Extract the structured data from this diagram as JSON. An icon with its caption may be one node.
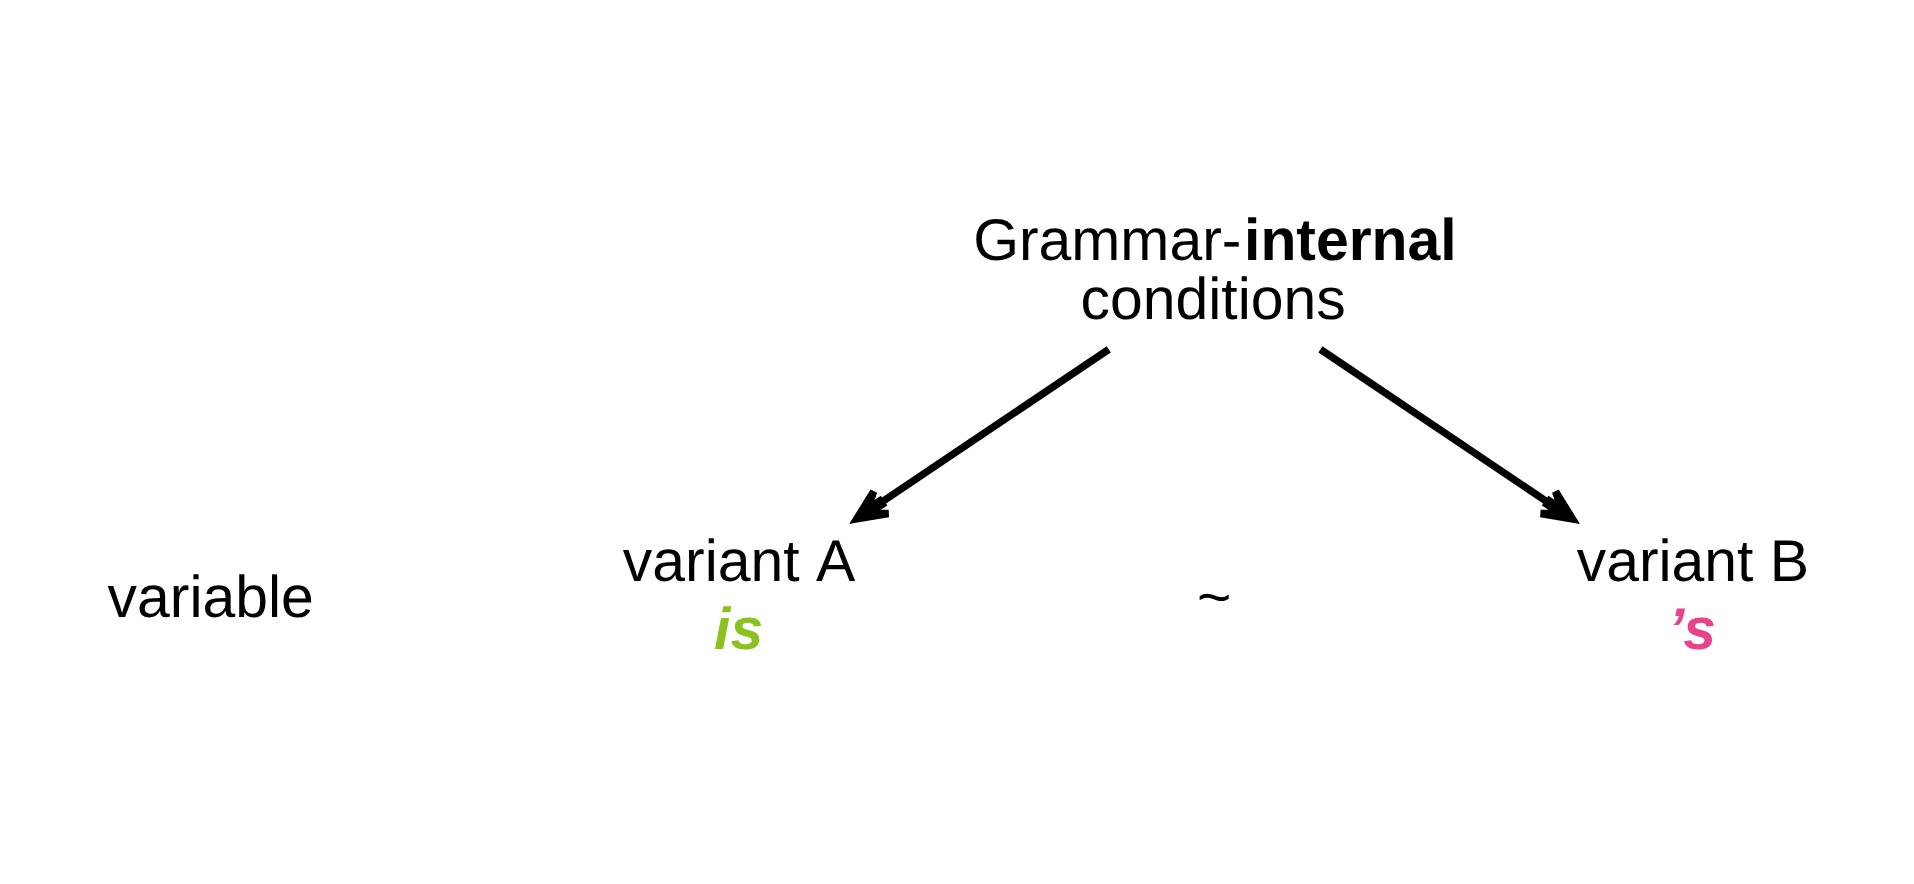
{
  "diagram": {
    "nodes": [
      {
        "text": [
          "Grammar-**internal** conditions"
        ]
      },
      {
        "text": [
          "variant A",
          "is"
        ]
      },
      {
        "text": [
          "variant B",
          "’s"
        ]
      }
    ],
    "edges": [
      {
        "from": 0,
        "to": 1,
        "arrow": "to"
      },
      {
        "from": 0,
        "to": 2,
        "arrow": "to"
      }
    ],
    "labels": [
      "variable",
      "~"
    ]
  }
}
